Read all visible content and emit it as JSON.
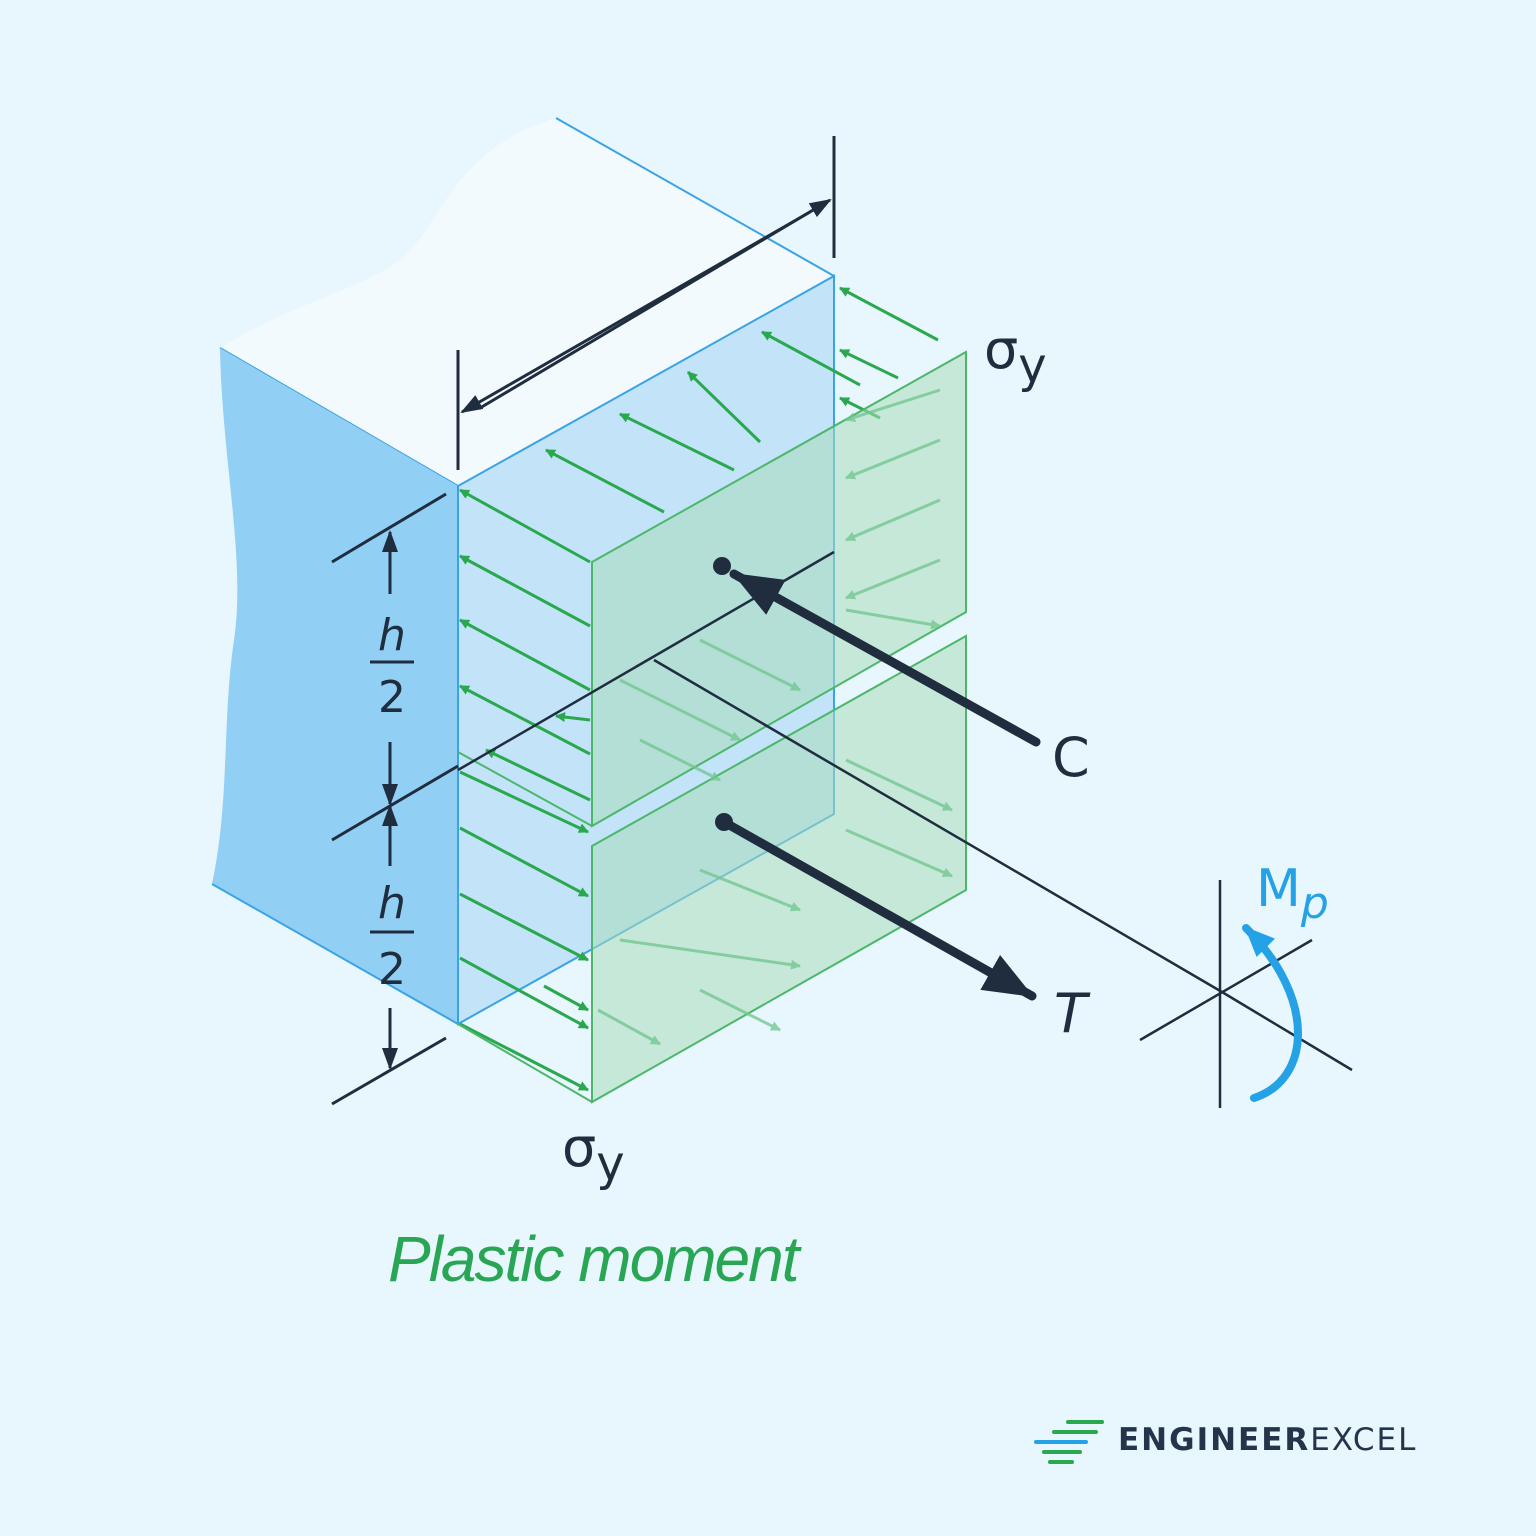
{
  "labels": {
    "sigma_top": "σ",
    "sigma_top_sub": "y",
    "sigma_bottom": "σ",
    "sigma_bottom_sub": "y",
    "half_height_upper_num": "h",
    "half_height_upper_den": "2",
    "half_height_lower_num": "h",
    "half_height_lower_den": "2",
    "compression": "C",
    "tension": "T",
    "moment": "M",
    "moment_sub": "p"
  },
  "caption": "Plastic moment",
  "brand": {
    "part1": "ENGINEER",
    "part2": "EXCEL"
  },
  "colors": {
    "background": "#e8f6fd",
    "beam_side": "#92cff5",
    "beam_front": "#c2e3f8",
    "beam_top": "#f3fafe",
    "beam_edge": "#3aa3e4",
    "stress_fill": "#a9dcb9",
    "stress_edge": "#4cb76a",
    "stress_arrow": "#2aa84d",
    "ink": "#1f2d3f",
    "moment": "#25a2e6",
    "caption": "#28a653"
  },
  "icons": [
    "brand-logo-icon"
  ]
}
